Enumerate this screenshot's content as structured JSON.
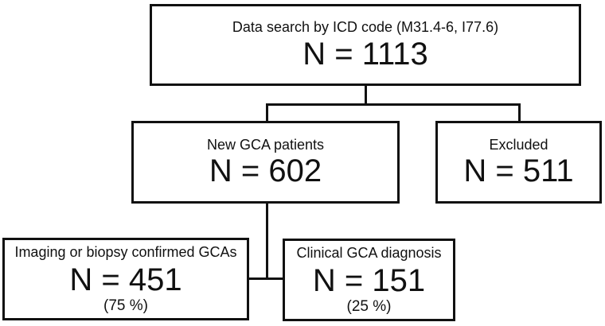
{
  "colors": {
    "line": "#111111",
    "text": "#111111",
    "background": "#ffffff"
  },
  "nodes": {
    "total": {
      "label": "Data search by ICD code (M31.4-6, I77.6)",
      "n": "N = 1113"
    },
    "new_gca": {
      "label": "New GCA patients",
      "n": "N = 602"
    },
    "excluded": {
      "label": "Excluded",
      "n": "N = 511"
    },
    "imaging": {
      "label": "Imaging or biopsy confirmed GCAs",
      "n": "N = 451",
      "percent": "(75 %)"
    },
    "clinical": {
      "label": "Clinical GCA diagnosis",
      "n": "N = 151",
      "percent": "(25 %)"
    }
  },
  "edges": [
    {
      "from": "total",
      "to": "new_gca"
    },
    {
      "from": "total",
      "to": "excluded"
    },
    {
      "from": "new_gca",
      "to": "imaging"
    },
    {
      "from": "new_gca",
      "to": "clinical"
    }
  ]
}
